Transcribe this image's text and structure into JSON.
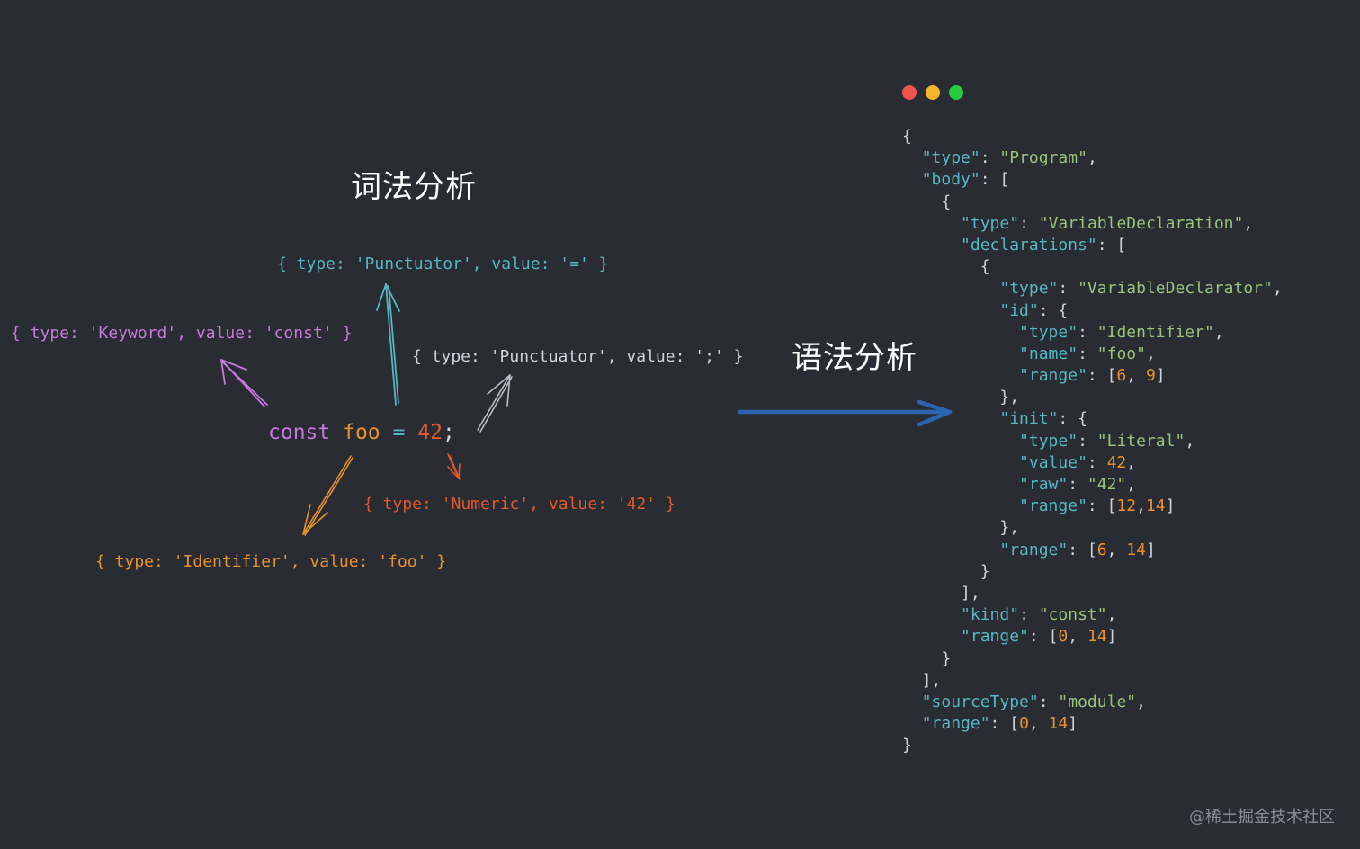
{
  "lexical_title": "词法分析",
  "syntax_title": "语法分析",
  "source": {
    "keyword": "const",
    "identifier": "foo",
    "operator": "=",
    "number": "42",
    "punct": ";"
  },
  "tokens": {
    "punctuator_eq": "{ type: 'Punctuator', value: '=' }",
    "keyword": "{ type: 'Keyword', value: 'const' }",
    "punctuator_semi": "{ type: 'Punctuator', value: ';' }",
    "numeric": "{ type: 'Numeric', value: '42' }",
    "identifier": "{ type: 'Identifier', value: 'foo' }"
  },
  "window_dots": [
    "#ef5350",
    "#f4b52a",
    "#27c93f"
  ],
  "colors": {
    "background": "#2a2c33",
    "cyan": "#56b6c2",
    "purple": "#c678dd",
    "orange": "#e8912d",
    "red": "#e05a2b",
    "blue_arrow": "#2b63ae"
  },
  "json_lines": [
    [
      [
        "{",
        "p"
      ]
    ],
    [
      [
        "  ",
        ""
      ],
      [
        "\"type\"",
        "k"
      ],
      [
        ": ",
        "p"
      ],
      [
        "\"Program\"",
        "s"
      ],
      [
        ",",
        "p"
      ]
    ],
    [
      [
        "  ",
        ""
      ],
      [
        "\"body\"",
        "k"
      ],
      [
        ": [",
        "p"
      ]
    ],
    [
      [
        "    {",
        "p"
      ]
    ],
    [
      [
        "      ",
        ""
      ],
      [
        "\"type\"",
        "k"
      ],
      [
        ": ",
        "p"
      ],
      [
        "\"VariableDeclaration\"",
        "s"
      ],
      [
        ",",
        "p"
      ]
    ],
    [
      [
        "      ",
        ""
      ],
      [
        "\"declarations\"",
        "k"
      ],
      [
        ": [",
        "p"
      ]
    ],
    [
      [
        "        {",
        "p"
      ]
    ],
    [
      [
        "          ",
        ""
      ],
      [
        "\"type\"",
        "k"
      ],
      [
        ": ",
        "p"
      ],
      [
        "\"VariableDeclarator\"",
        "s"
      ],
      [
        ",",
        "p"
      ]
    ],
    [
      [
        "          ",
        ""
      ],
      [
        "\"id\"",
        "k"
      ],
      [
        ": {",
        "p"
      ]
    ],
    [
      [
        "            ",
        ""
      ],
      [
        "\"type\"",
        "k"
      ],
      [
        ": ",
        "p"
      ],
      [
        "\"Identifier\"",
        "s"
      ],
      [
        ",",
        "p"
      ]
    ],
    [
      [
        "            ",
        ""
      ],
      [
        "\"name\"",
        "k"
      ],
      [
        ": ",
        "p"
      ],
      [
        "\"foo\"",
        "s"
      ],
      [
        ",",
        "p"
      ]
    ],
    [
      [
        "            ",
        ""
      ],
      [
        "\"range\"",
        "k"
      ],
      [
        ": [",
        "p"
      ],
      [
        "6",
        "n"
      ],
      [
        ", ",
        "p"
      ],
      [
        "9",
        "n"
      ],
      [
        "]",
        "p"
      ]
    ],
    [
      [
        "          },",
        "p"
      ]
    ],
    [
      [
        "          ",
        ""
      ],
      [
        "\"init\"",
        "k"
      ],
      [
        ": {",
        "p"
      ]
    ],
    [
      [
        "            ",
        ""
      ],
      [
        "\"type\"",
        "k"
      ],
      [
        ": ",
        "p"
      ],
      [
        "\"Literal\"",
        "s"
      ],
      [
        ",",
        "p"
      ]
    ],
    [
      [
        "            ",
        ""
      ],
      [
        "\"value\"",
        "k"
      ],
      [
        ": ",
        "p"
      ],
      [
        "42",
        "n"
      ],
      [
        ",",
        "p"
      ]
    ],
    [
      [
        "            ",
        ""
      ],
      [
        "\"raw\"",
        "k"
      ],
      [
        ": ",
        "p"
      ],
      [
        "\"42\"",
        "s"
      ],
      [
        ",",
        "p"
      ]
    ],
    [
      [
        "            ",
        ""
      ],
      [
        "\"range\"",
        "k"
      ],
      [
        ": [",
        "p"
      ],
      [
        "12",
        "n"
      ],
      [
        ",",
        "p"
      ],
      [
        "14",
        "n"
      ],
      [
        "]",
        "p"
      ]
    ],
    [
      [
        "          },",
        "p"
      ]
    ],
    [
      [
        "          ",
        ""
      ],
      [
        "\"range\"",
        "k"
      ],
      [
        ": [",
        "p"
      ],
      [
        "6",
        "n"
      ],
      [
        ", ",
        "p"
      ],
      [
        "14",
        "n"
      ],
      [
        "]",
        "p"
      ]
    ],
    [
      [
        "        }",
        "p"
      ]
    ],
    [
      [
        "      ],",
        "p"
      ]
    ],
    [
      [
        "      ",
        ""
      ],
      [
        "\"kind\"",
        "k"
      ],
      [
        ": ",
        "p"
      ],
      [
        "\"const\"",
        "s"
      ],
      [
        ",",
        "p"
      ]
    ],
    [
      [
        "      ",
        ""
      ],
      [
        "\"range\"",
        "k"
      ],
      [
        ": [",
        "p"
      ],
      [
        "0",
        "n"
      ],
      [
        ", ",
        "p"
      ],
      [
        "14",
        "n"
      ],
      [
        "]",
        "p"
      ]
    ],
    [
      [
        "    }",
        "p"
      ]
    ],
    [
      [
        "  ],",
        "p"
      ]
    ],
    [
      [
        "  ",
        ""
      ],
      [
        "\"sourceType\"",
        "k"
      ],
      [
        ": ",
        "p"
      ],
      [
        "\"module\"",
        "s"
      ],
      [
        ",",
        "p"
      ]
    ],
    [
      [
        "  ",
        ""
      ],
      [
        "\"range\"",
        "k"
      ],
      [
        ": [",
        "p"
      ],
      [
        "0",
        "n"
      ],
      [
        ", ",
        "p"
      ],
      [
        "14",
        "n"
      ],
      [
        "]",
        "p"
      ]
    ],
    [
      [
        "}",
        "p"
      ]
    ]
  ],
  "watermark": "@稀土掘金技术社区"
}
